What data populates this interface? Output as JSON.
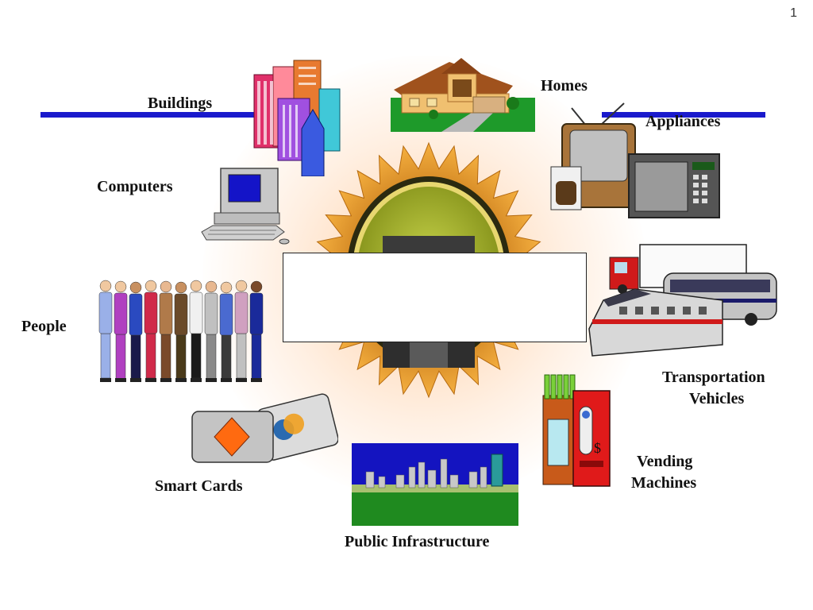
{
  "page_number": "1",
  "center_box_text": "",
  "colors": {
    "rule": "#1a1acc",
    "sun_outer": "#f39c1e",
    "sun_ring": "#d4a017",
    "sun_core": "#8a9a1a"
  },
  "labels": {
    "homes": "Homes",
    "buildings": "Buildings",
    "appliances": "Appliances",
    "computers": "Computers",
    "people": "People",
    "transportation_line1": "Transportation",
    "transportation_line2": "Vehicles",
    "vending_line1": "Vending",
    "vending_line2": "Machines",
    "smart_cards": "Smart Cards",
    "public_infrastructure": "Public Infrastructure"
  },
  "icons": {
    "homes": "house-icon",
    "buildings": "buildings-icon",
    "appliances": "appliances-icon",
    "computers": "computer-icon",
    "people": "people-icon",
    "transportation": "vehicles-icon",
    "vending": "vending-machine-icon",
    "smart_cards": "smart-card-icon",
    "public_infrastructure": "city-skyline-icon"
  }
}
